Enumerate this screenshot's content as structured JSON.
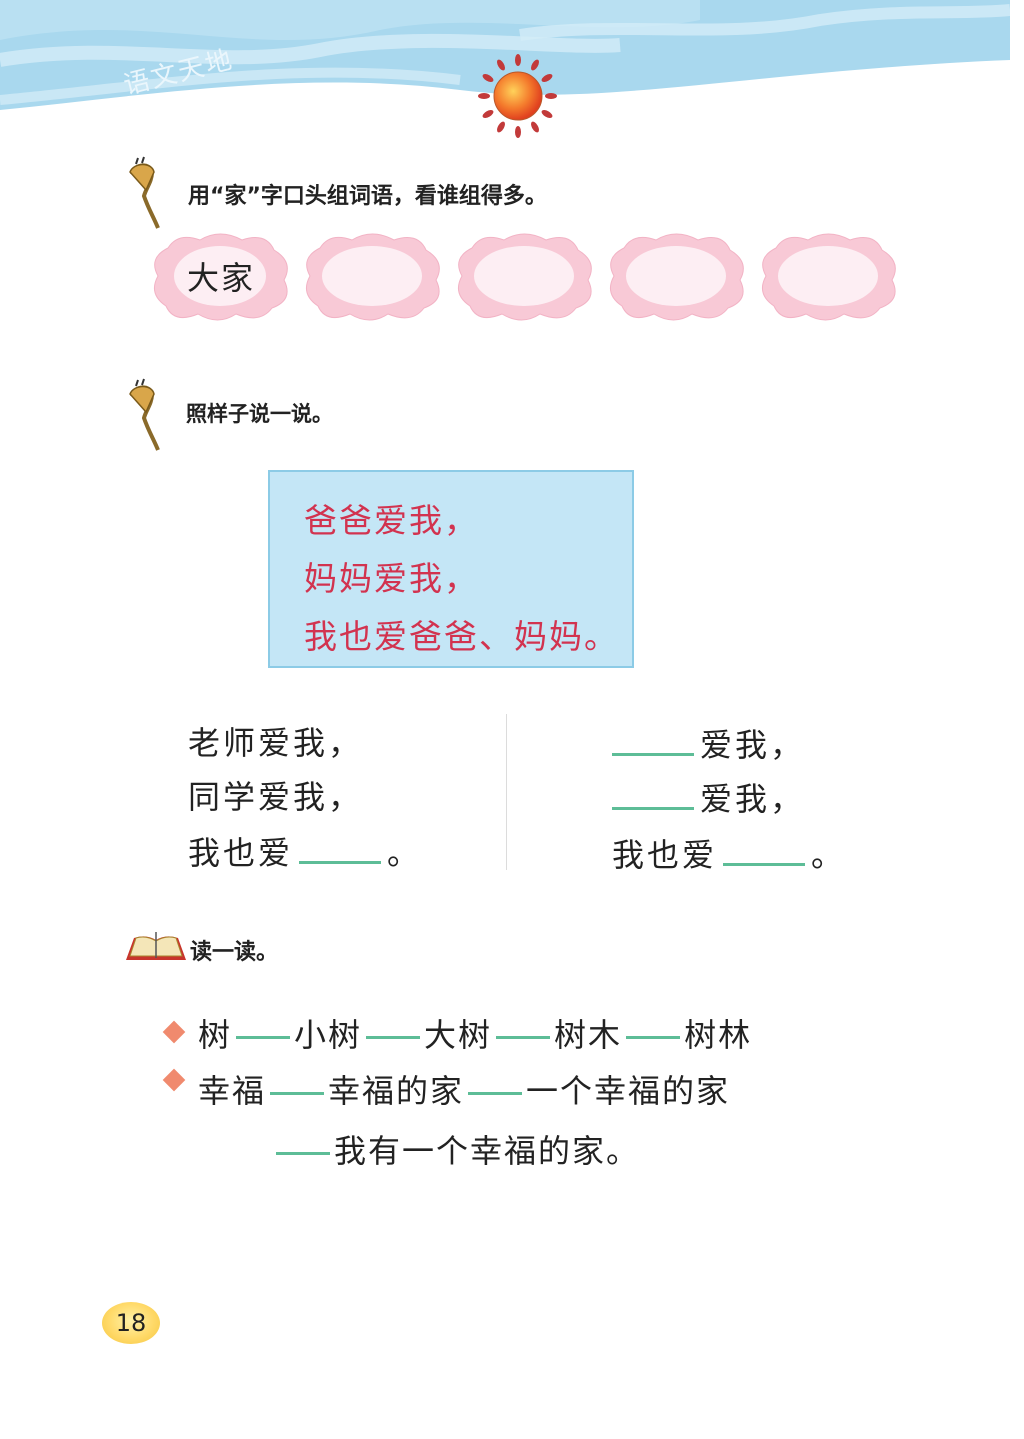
{
  "header": {
    "banner_title": "语文天地",
    "colors": {
      "sky": "#a9d8ee",
      "sky_light": "#cdeaf7",
      "sun": "#f06a2a",
      "ray": "#c23a3a"
    }
  },
  "section1": {
    "instruction": "用“家”字口头组词语，看谁组得多。",
    "icon": "torch-icon",
    "flowers": [
      {
        "text": "大家"
      },
      {
        "text": ""
      },
      {
        "text": ""
      },
      {
        "text": ""
      },
      {
        "text": ""
      }
    ],
    "flower_color": "#f8c9d6"
  },
  "section2": {
    "instruction": "照样子说一说。",
    "icon": "torch-icon",
    "example": {
      "lines": [
        "爸爸爱我，",
        "妈妈爱我，",
        "我也爱爸爸、妈妈。"
      ],
      "text_color": "#d2334f",
      "bg_color": "#c4e6f6"
    },
    "left_column": {
      "line1": "老师爱我，",
      "line2": "同学爱我，",
      "line3_prefix": "我也爱",
      "line3_suffix": "。"
    },
    "right_column": {
      "line1_suffix": "爱我，",
      "line2_suffix": "爱我，",
      "line3_prefix": "我也爱",
      "line3_suffix": "。"
    }
  },
  "section3": {
    "instruction": "读一读。",
    "icon": "book-icon",
    "row1": {
      "words": [
        "树",
        "小树",
        "大树",
        "树木",
        "树林"
      ]
    },
    "row2": {
      "words": [
        "幸福",
        "幸福的家",
        "一个幸福的家"
      ]
    },
    "row3": {
      "words": [
        "我有一个幸福的家。"
      ]
    }
  },
  "footer": {
    "page_number": "18"
  }
}
